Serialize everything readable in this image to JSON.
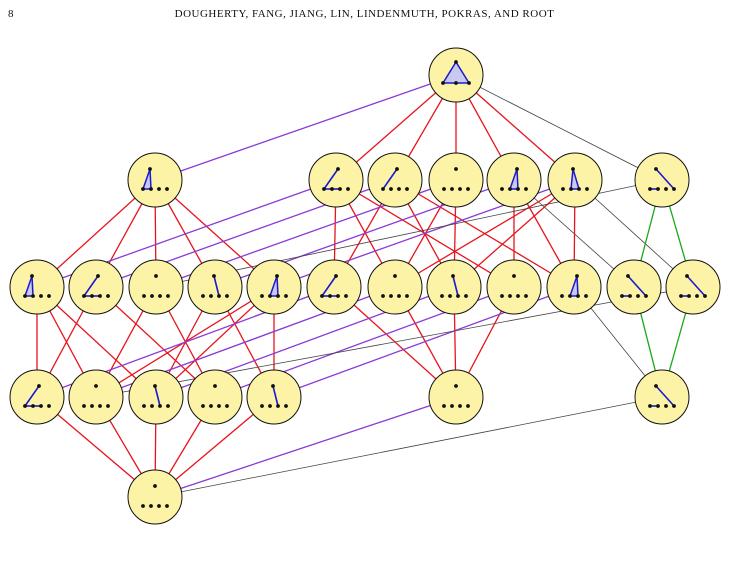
{
  "header": {
    "page_number": "8",
    "running_head": "DOUGHERTY, FANG, JIANG, LIN, LINDENMUTH, POKRAS, AND ROOT"
  },
  "colors": {
    "node_fill": "#fdf3a6",
    "simplex_fill": "#c8c8f0",
    "edge_blue": "#1a1ad0",
    "line_red": "#e8141c",
    "line_purple": "#8a3ad6",
    "line_green": "#1aa81a",
    "line_gray": "#444444"
  },
  "diagram": {
    "levels": [
      {
        "name": "rank-0",
        "node_count": 1
      },
      {
        "name": "rank-1",
        "node_count": 7
      },
      {
        "name": "rank-2",
        "node_count": 12
      },
      {
        "name": "rank-3",
        "node_count": 7
      },
      {
        "name": "rank-4",
        "node_count": 1
      }
    ]
  }
}
